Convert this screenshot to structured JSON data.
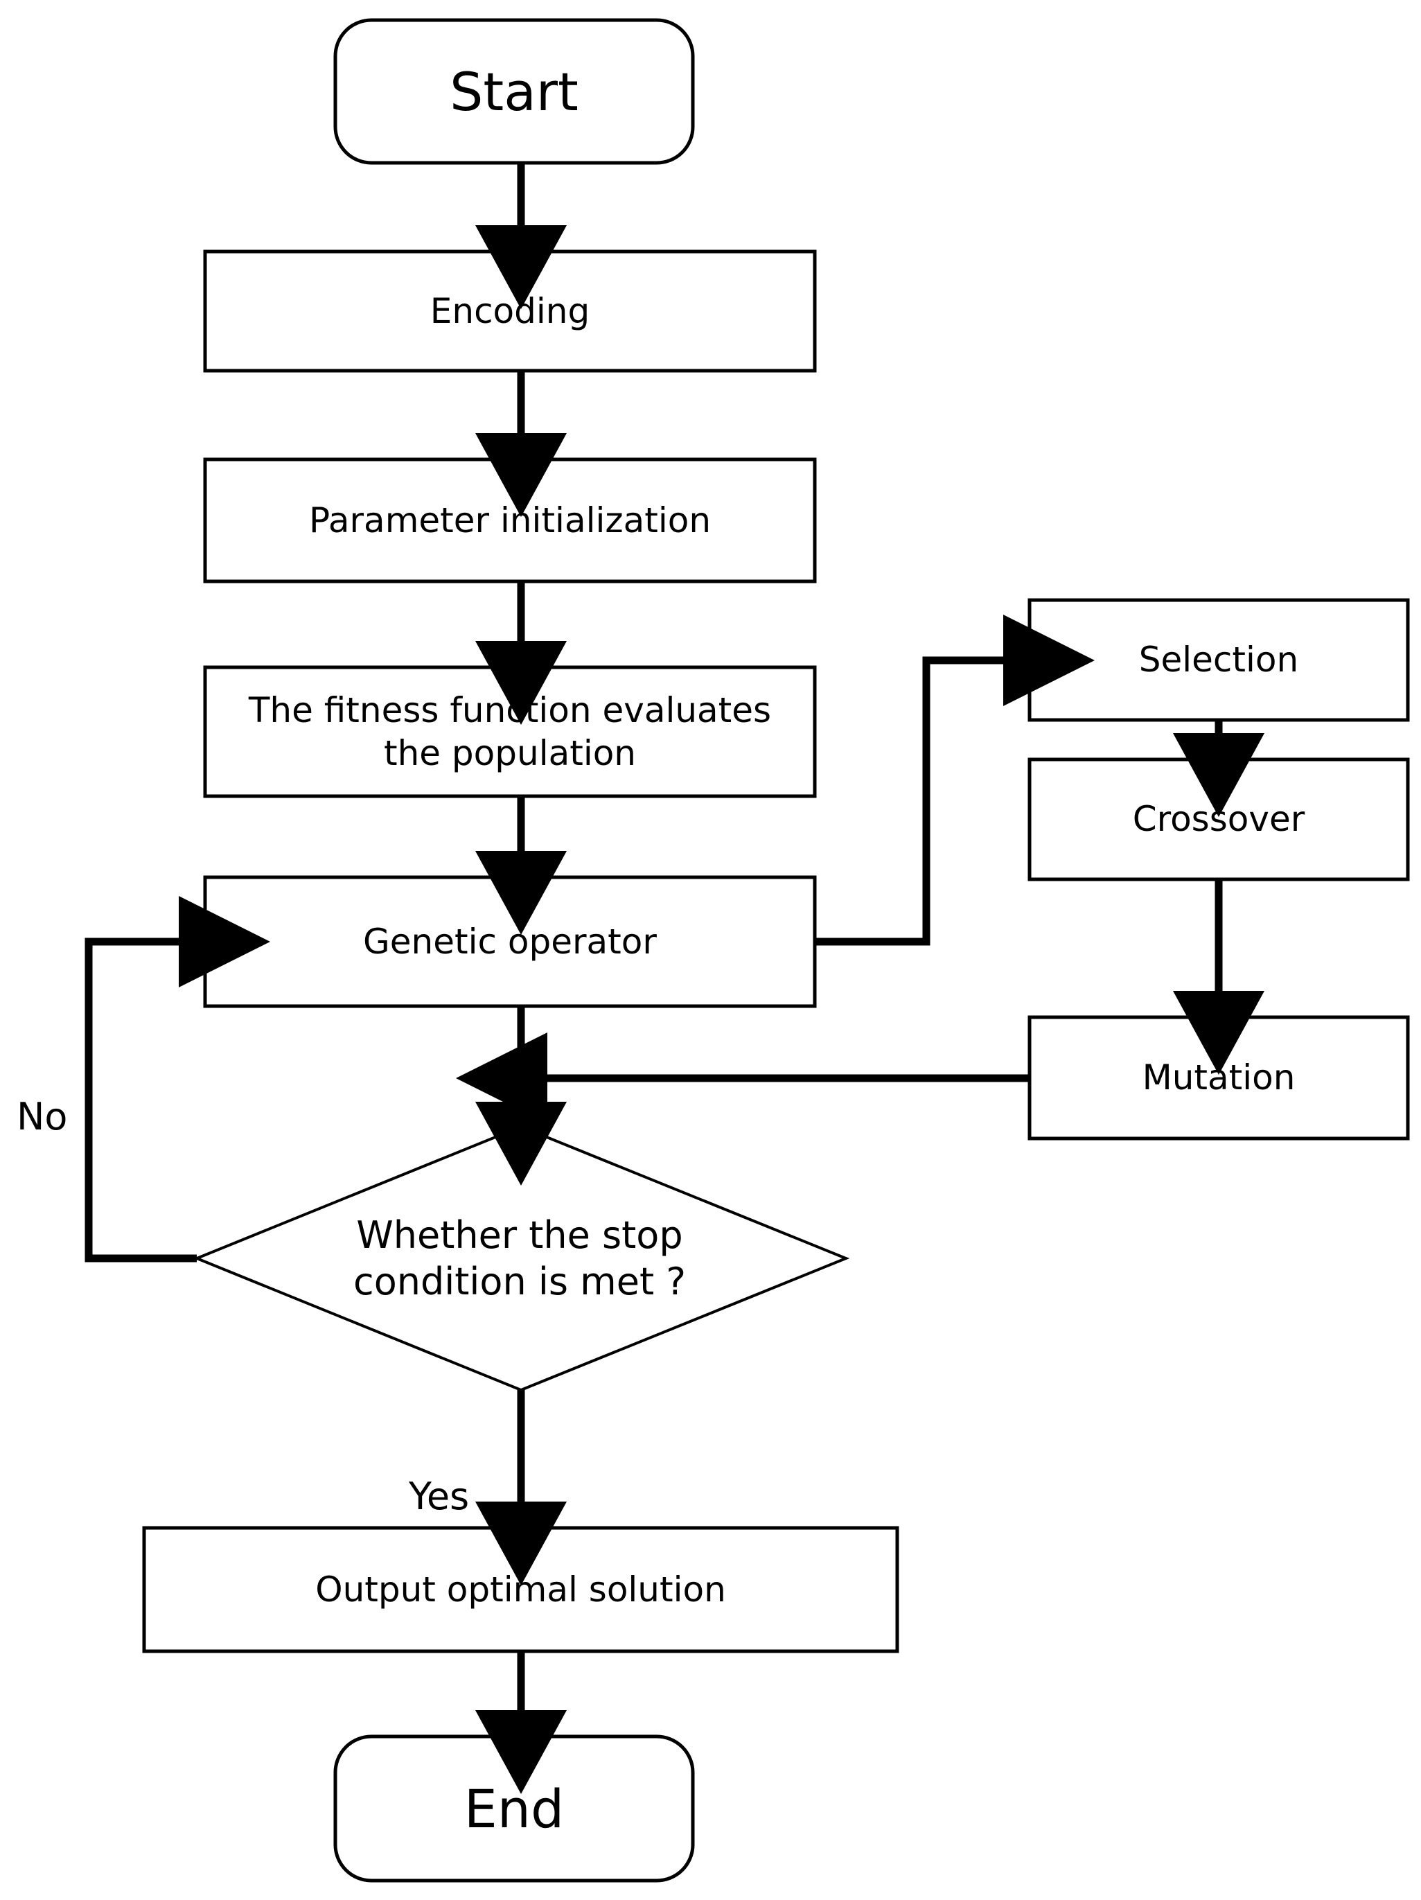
{
  "diagram": {
    "type": "flowchart",
    "title": "Genetic algorithm flowchart",
    "orientation": "top-to-bottom",
    "line_color": "#000000",
    "fill_color": "#ffffff",
    "text_color": "#000000"
  },
  "nodes": {
    "start": {
      "label": "Start",
      "shape": "rounded-rectangle"
    },
    "encoding": {
      "label": "Encoding",
      "shape": "rectangle"
    },
    "parameter_initialization": {
      "label": "Parameter initialization",
      "shape": "rectangle"
    },
    "fitness_evaluation": {
      "label": "The fitness function evaluates\nthe population",
      "shape": "rectangle"
    },
    "genetic_operator": {
      "label": "Genetic operator",
      "shape": "rectangle"
    },
    "selection": {
      "label": "Selection",
      "shape": "rectangle"
    },
    "crossover": {
      "label": "Crossover",
      "shape": "rectangle"
    },
    "mutation": {
      "label": "Mutation",
      "shape": "rectangle"
    },
    "stop_condition": {
      "label": "Whether the stop\ncondition is met ?",
      "shape": "diamond"
    },
    "output_solution": {
      "label": "Output optimal solution",
      "shape": "rectangle"
    },
    "end": {
      "label": "End",
      "shape": "rounded-rectangle"
    }
  },
  "edge_labels": {
    "no": "No",
    "yes": "Yes"
  },
  "edges": [
    {
      "from": "start",
      "to": "encoding",
      "label": ""
    },
    {
      "from": "encoding",
      "to": "parameter_initialization",
      "label": ""
    },
    {
      "from": "parameter_initialization",
      "to": "fitness_evaluation",
      "label": ""
    },
    {
      "from": "fitness_evaluation",
      "to": "genetic_operator",
      "label": ""
    },
    {
      "from": "genetic_operator",
      "to": "selection",
      "label": ""
    },
    {
      "from": "selection",
      "to": "crossover",
      "label": ""
    },
    {
      "from": "crossover",
      "to": "mutation",
      "label": ""
    },
    {
      "from": "mutation",
      "to": "stop_condition",
      "label": ""
    },
    {
      "from": "genetic_operator",
      "to": "stop_condition",
      "label": ""
    },
    {
      "from": "stop_condition",
      "to": "genetic_operator",
      "label": "No"
    },
    {
      "from": "stop_condition",
      "to": "output_solution",
      "label": "Yes"
    },
    {
      "from": "output_solution",
      "to": "end",
      "label": ""
    }
  ]
}
